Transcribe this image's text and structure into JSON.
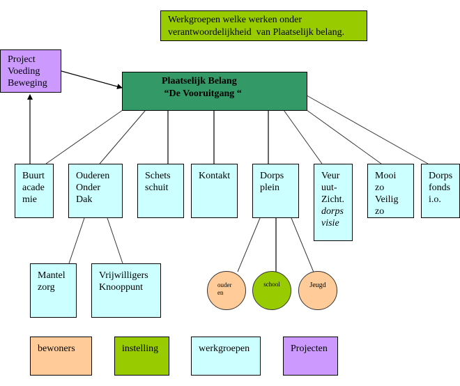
{
  "title_note": {
    "lines": [
      "Werkgroepen welke werken onder",
      "verantwoordelijkheid  van Plaatselijk belang."
    ],
    "color": "#99cc00"
  },
  "root": {
    "lines": [
      "Plaatselijk Belang",
      " “De Vooruitgang “"
    ],
    "color": "#339966"
  },
  "project": {
    "lines": [
      "Project",
      "Voeding",
      "Beweging"
    ],
    "color": "#cc99ff"
  },
  "workgroups": [
    {
      "id": "buurt-academie",
      "lines": [
        "Buurt",
        "acade",
        "mie"
      ]
    },
    {
      "id": "ouderen-onder-dak",
      "lines": [
        "Ouderen",
        "Onder",
        "Dak"
      ]
    },
    {
      "id": "schets-schuit",
      "lines": [
        "Schets",
        "schuit"
      ]
    },
    {
      "id": "kontakt",
      "lines": [
        "Kontakt"
      ]
    },
    {
      "id": "dorps-plein",
      "lines": [
        "Dorps",
        "plein"
      ]
    },
    {
      "id": "veur-uut-zicht",
      "lines": [
        "Veur",
        "uut-",
        "Zicht."
      ],
      "italic_lines": [
        "dorps",
        "visie"
      ]
    },
    {
      "id": "mooi-zo-veilig-zo",
      "lines": [
        "Mooi",
        "zo",
        "Veilig",
        "zo"
      ]
    },
    {
      "id": "dorps-fonds",
      "lines": [
        "Dorps",
        "fonds",
        "i.o."
      ]
    }
  ],
  "sub_workgroups": [
    {
      "id": "mantel-zorg",
      "parent": "ouderen-onder-dak",
      "lines": [
        "Mantel",
        "zorg"
      ]
    },
    {
      "id": "vrijwilligers-knooppunt",
      "parent": "ouderen-onder-dak",
      "lines": [
        "Vrijwilligers",
        "Knooppunt"
      ]
    }
  ],
  "dorpsplein_children": [
    {
      "id": "ouderen",
      "lines": [
        "ouder",
        "en"
      ],
      "type": "bewoners",
      "color": "#ffcc99"
    },
    {
      "id": "school",
      "lines": [
        "school"
      ],
      "type": "instelling",
      "color": "#99cc00"
    },
    {
      "id": "jeugd",
      "lines": [
        "Jeugd"
      ],
      "type": "bewoners",
      "color": "#ffcc99"
    }
  ],
  "legend": [
    {
      "label": "bewoners",
      "color": "#ffcc99"
    },
    {
      "label": "instelling",
      "color": "#99cc00"
    },
    {
      "label": "werkgroepen",
      "color": "#ccffff"
    },
    {
      "label": "Projecten",
      "color": "#cc99ff"
    }
  ]
}
